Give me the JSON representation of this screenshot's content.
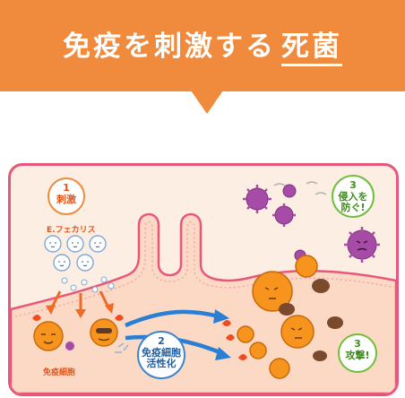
{
  "header": {
    "title_main": "免疫を刺激する",
    "title_accent": "死菌"
  },
  "diagram": {
    "step_stimulate": {
      "number": "1",
      "text": "刺激"
    },
    "step_activate": {
      "number": "2",
      "text": "免疫細胞\n活性化"
    },
    "step_prevent": {
      "number": "3",
      "text": "侵入を\n防ぐ!"
    },
    "step_attack": {
      "number": "3",
      "text": "攻撃!"
    },
    "bacteria_label": "E.フェカリス",
    "immune_cell_label": "免疫細胞"
  },
  "colors": {
    "banner": "#f08a3c",
    "panel_border": "#e8567a",
    "tissue": "#fbd9c4",
    "cell": "#f7941d",
    "germ": "#a64ca6",
    "arrow_blue": "#2a7fd4",
    "step_green": "#6fbf3c"
  }
}
